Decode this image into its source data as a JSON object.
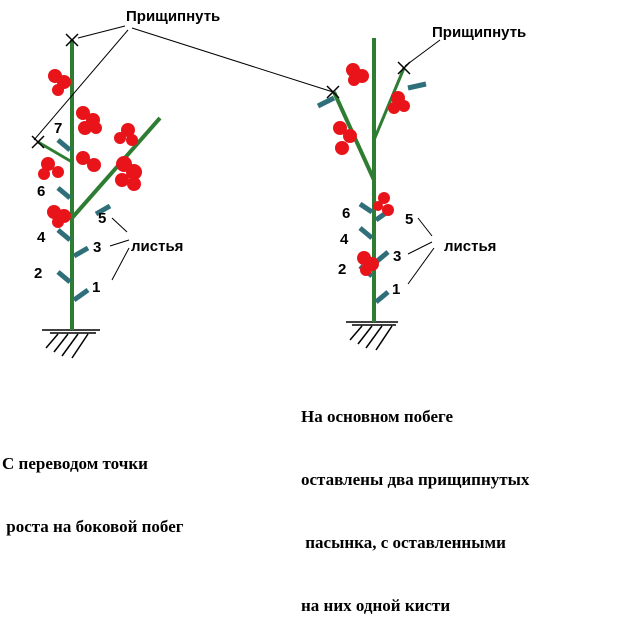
{
  "labels": {
    "pinch_left": "Прищипнуть",
    "pinch_right": "Прищипнуть",
    "leaves_left": "листья",
    "leaves_right": "листья"
  },
  "left_plant": {
    "numbers": [
      "1",
      "2",
      "3",
      "4",
      "5",
      "6",
      "7"
    ]
  },
  "right_plant": {
    "numbers": [
      "1",
      "2",
      "3",
      "4",
      "5",
      "6"
    ]
  },
  "captions": {
    "left": [
      "С переводом точки",
      " роста на боковой побег"
    ],
    "right": [
      "На основном побеге",
      "оставлены два прищипнутых",
      " пасынка, с оставленными",
      "на них одной кисти"
    ]
  },
  "colors": {
    "stem": "#2e7d32",
    "leaf": "#2f6f7a",
    "fruit": "#e8141a",
    "line": "#000000"
  }
}
